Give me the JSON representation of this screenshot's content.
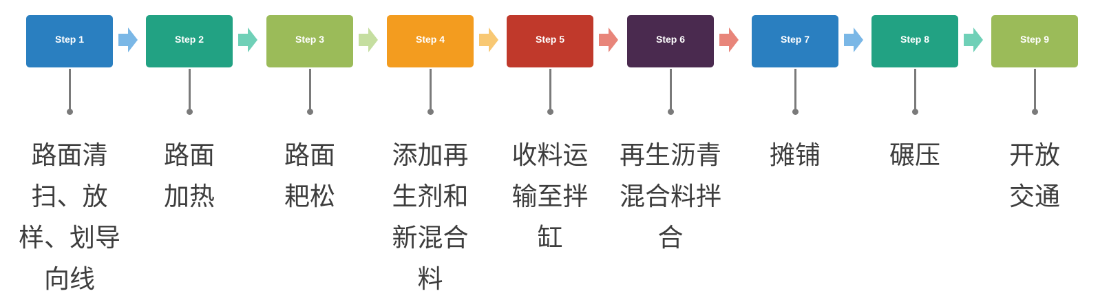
{
  "steps": [
    {
      "title": "Step 1",
      "text": "路面清扫、放样、划导向线",
      "color": "#2a7fc0",
      "arrow_color": "#7ab7e6"
    },
    {
      "title": "Step 2",
      "text": "路面加热",
      "color": "#22a283",
      "arrow_color": "#6fd0b7"
    },
    {
      "title": "Step 3",
      "text": "路面耙松",
      "color": "#9bbb59",
      "arrow_color": "#c5dea0"
    },
    {
      "title": "Step 4",
      "text": "添加再生剂和新混合料",
      "color": "#f39c1f",
      "arrow_color": "#f8c873"
    },
    {
      "title": "Step 5",
      "text": "收料运输至拌缸",
      "color": "#c0392b",
      "arrow_color": "#e8857a"
    },
    {
      "title": "Step 6",
      "text": "再生沥青混合料拌合",
      "color": "#4a2a4f",
      "arrow_color": "#e8857a"
    },
    {
      "title": "Step 7",
      "text": "摊铺",
      "color": "#2a7fc0",
      "arrow_color": "#7ab7e6"
    },
    {
      "title": "Step 8",
      "text": "碾压",
      "color": "#22a283",
      "arrow_color": "#6fd0b7"
    },
    {
      "title": "Step 9",
      "text": "开放交通",
      "color": "#9bbb59",
      "arrow_color": null
    }
  ]
}
